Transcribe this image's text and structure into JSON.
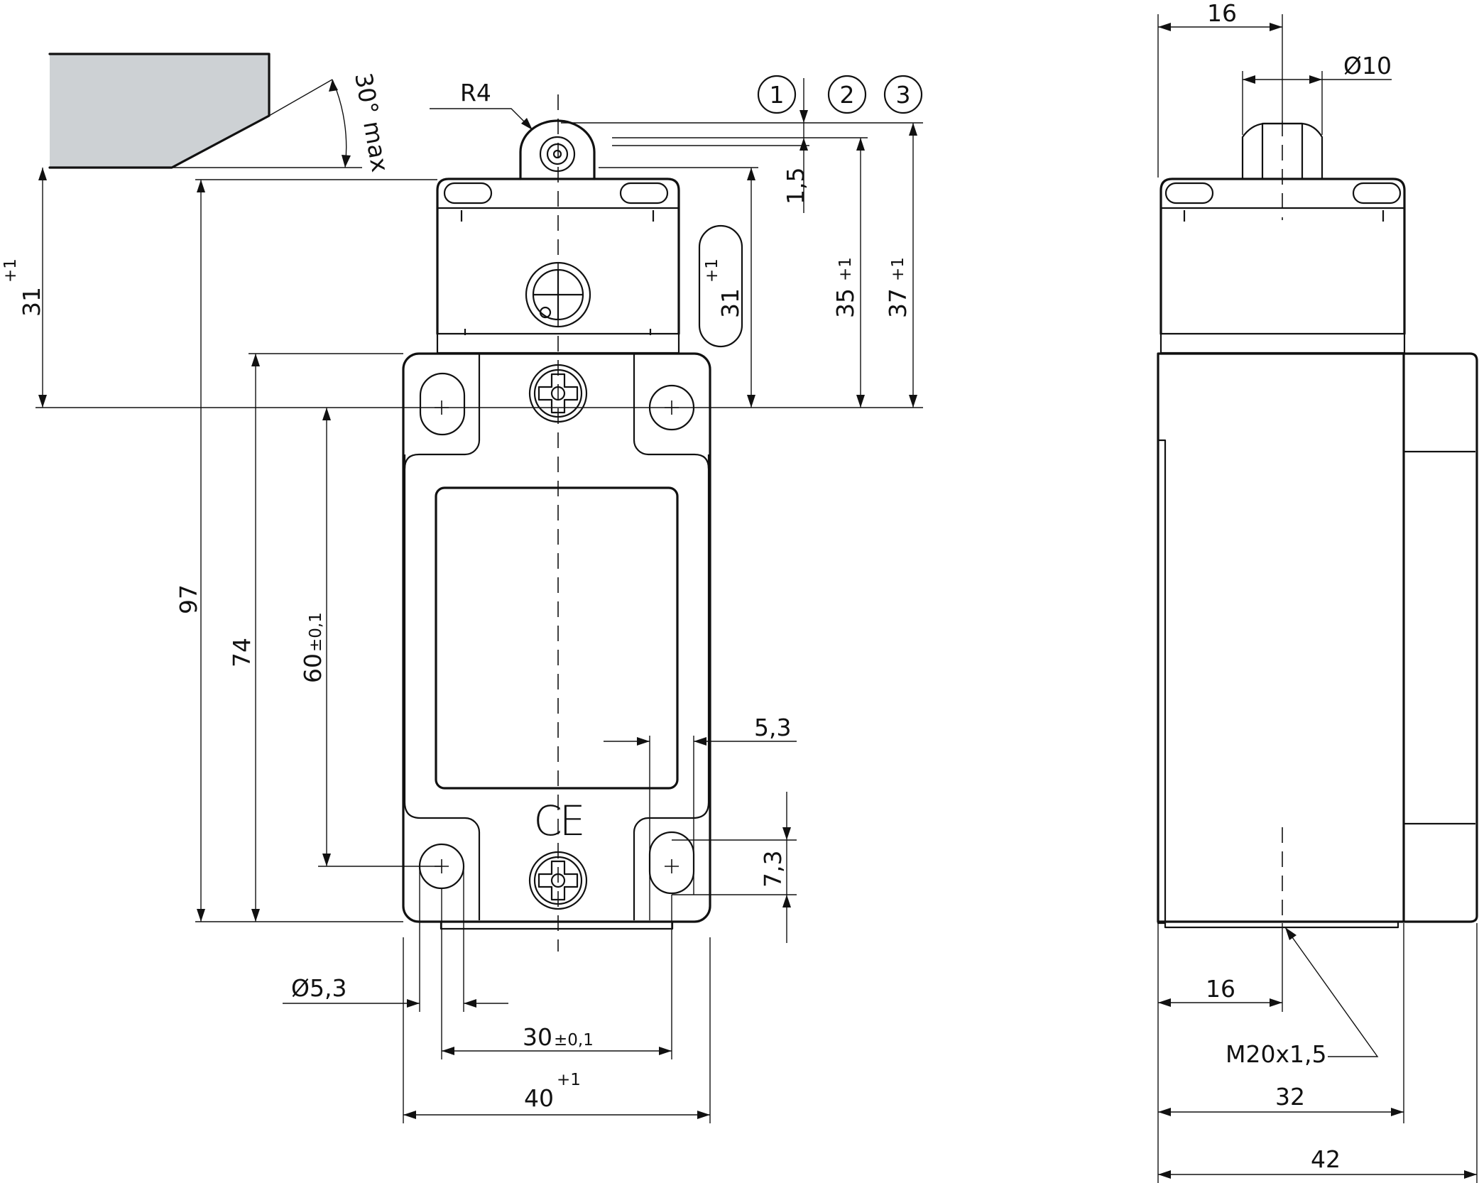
{
  "dimensions": {
    "r4": "R4",
    "angle": "30° max",
    "actuation_offset": "1,5",
    "height_31_main": "31",
    "height_31_tol": "+1",
    "height_31_left": "31",
    "height_31_left_tol": "+1",
    "height_35": "35",
    "height_35_tol": "+1",
    "height_37": "37",
    "height_37_tol": "+1",
    "height_97": "97",
    "height_74": "74",
    "hole_pitch_v": "60",
    "hole_pitch_v_tol": "±0,1",
    "hole_width": "5,3",
    "slot_length": "7,3",
    "hole_dia": "Ø5,3",
    "hole_pitch_h": "30",
    "hole_pitch_h_tol": "±0,1",
    "width_40": "40",
    "width_40_tol": "+1",
    "side_top_16": "16",
    "roller_dia": "Ø10",
    "side_bottom_16": "16",
    "thread": "M20x1,5",
    "depth_32": "32",
    "depth_42": "42"
  },
  "positions": {
    "p1": "1",
    "p2": "2",
    "p3": "3"
  },
  "marking": "CE"
}
